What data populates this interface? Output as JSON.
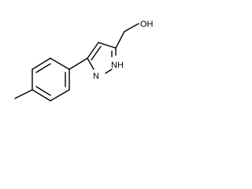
{
  "molecule": {
    "atoms": {
      "hydroxyl": "OH",
      "nh": "NH",
      "n": "N"
    }
  },
  "colors": {
    "background": "#ffffff",
    "bond": "#000000",
    "label": "#000000"
  }
}
